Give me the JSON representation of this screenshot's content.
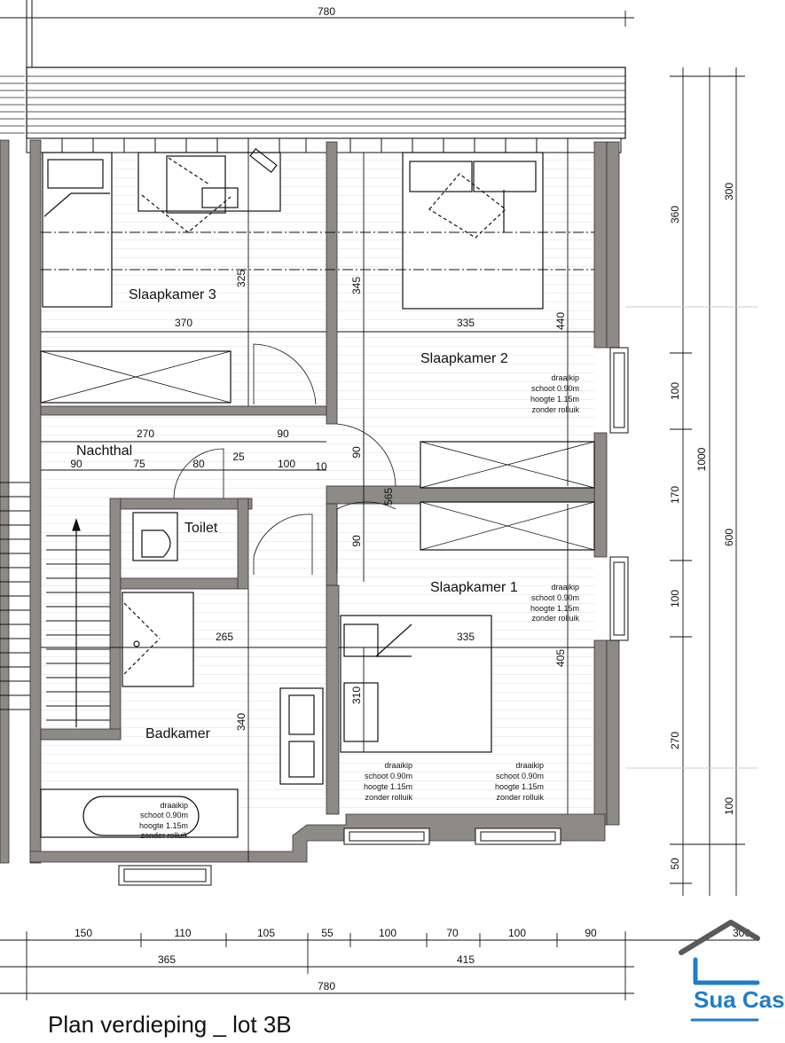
{
  "plan_title": "Plan verdieping _ lot 3B",
  "logo_text": "Sua Cas",
  "rooms": {
    "bedroom3": "Slaapkamer 3",
    "bedroom2": "Slaapkamer 2",
    "bedroom1": "Slaapkamer 1",
    "hall": "Nachthal",
    "toilet": "Toilet",
    "bathroom": "Badkamer"
  },
  "window_notes": [
    [
      "draaikip",
      "schoot 0.90m",
      "hoogte 1.15m",
      "zonder rolluik"
    ],
    [
      "draaikip",
      "schoot 0.90m",
      "hoogte 1.15m",
      "zonder rolluik"
    ],
    [
      "draaikip",
      "schoot 0.90m",
      "hoogte 1.15m",
      "zonder rolluik"
    ],
    [
      "draaikip",
      "schoot 0.90m",
      "hoogte 1.15m",
      "zonder rolluik"
    ],
    [
      "draaikip",
      "schoot 0.90m",
      "hoogte 1.15m",
      "zonder rolluik"
    ]
  ],
  "dimensions": {
    "top_total": "780",
    "bottom_segments": [
      "150",
      "110",
      "105",
      "55",
      "100",
      "70",
      "100",
      "90",
      "300"
    ],
    "bottom_halves": [
      "365",
      "415"
    ],
    "bottom_total": "780",
    "right_inner": [
      "360",
      "100",
      "170",
      "100",
      "270",
      "50"
    ],
    "right_middle_total": "1000",
    "right_outer": [
      "300",
      "600",
      "100"
    ],
    "interior": {
      "w370": "370",
      "w335a": "335",
      "h325": "325",
      "h345": "345",
      "h440": "440",
      "w270": "270",
      "w90a": "90",
      "s90": "90",
      "s75": "75",
      "s80": "80",
      "s25": "25",
      "s100": "100",
      "s10": "10",
      "v90a": "90",
      "v565": "565",
      "v90b": "90",
      "w265": "265",
      "w335b": "335",
      "h310": "310",
      "h340": "340",
      "h405": "405"
    }
  }
}
